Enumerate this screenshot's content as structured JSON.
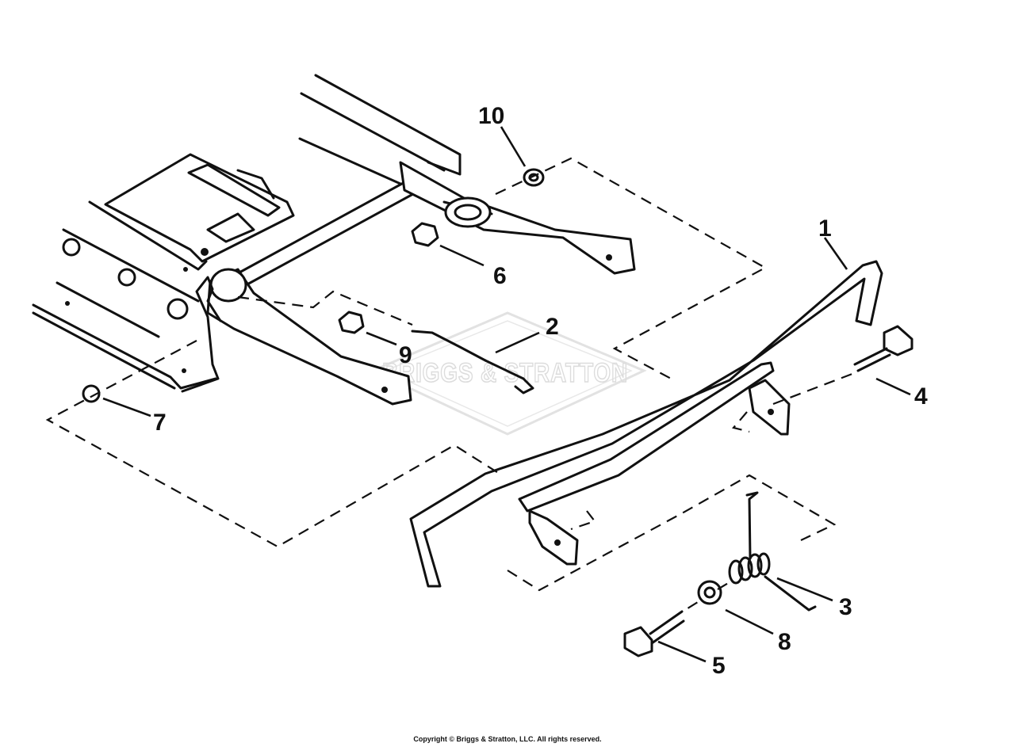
{
  "watermark": {
    "text": "BRIGGS & STRATTON",
    "color": "#dcdcdc"
  },
  "callouts": [
    {
      "id": "1",
      "label": "1"
    },
    {
      "id": "2",
      "label": "2"
    },
    {
      "id": "3",
      "label": "3"
    },
    {
      "id": "4",
      "label": "4"
    },
    {
      "id": "5",
      "label": "5"
    },
    {
      "id": "6",
      "label": "6"
    },
    {
      "id": "7",
      "label": "7"
    },
    {
      "id": "8",
      "label": "8"
    },
    {
      "id": "9",
      "label": "9"
    },
    {
      "id": "10",
      "label": "10"
    }
  ],
  "footer": {
    "copyright": "Copyright © Briggs & Stratton, LLC. All rights reserved."
  },
  "colors": {
    "ink": "#111111",
    "background": "#ffffff"
  }
}
